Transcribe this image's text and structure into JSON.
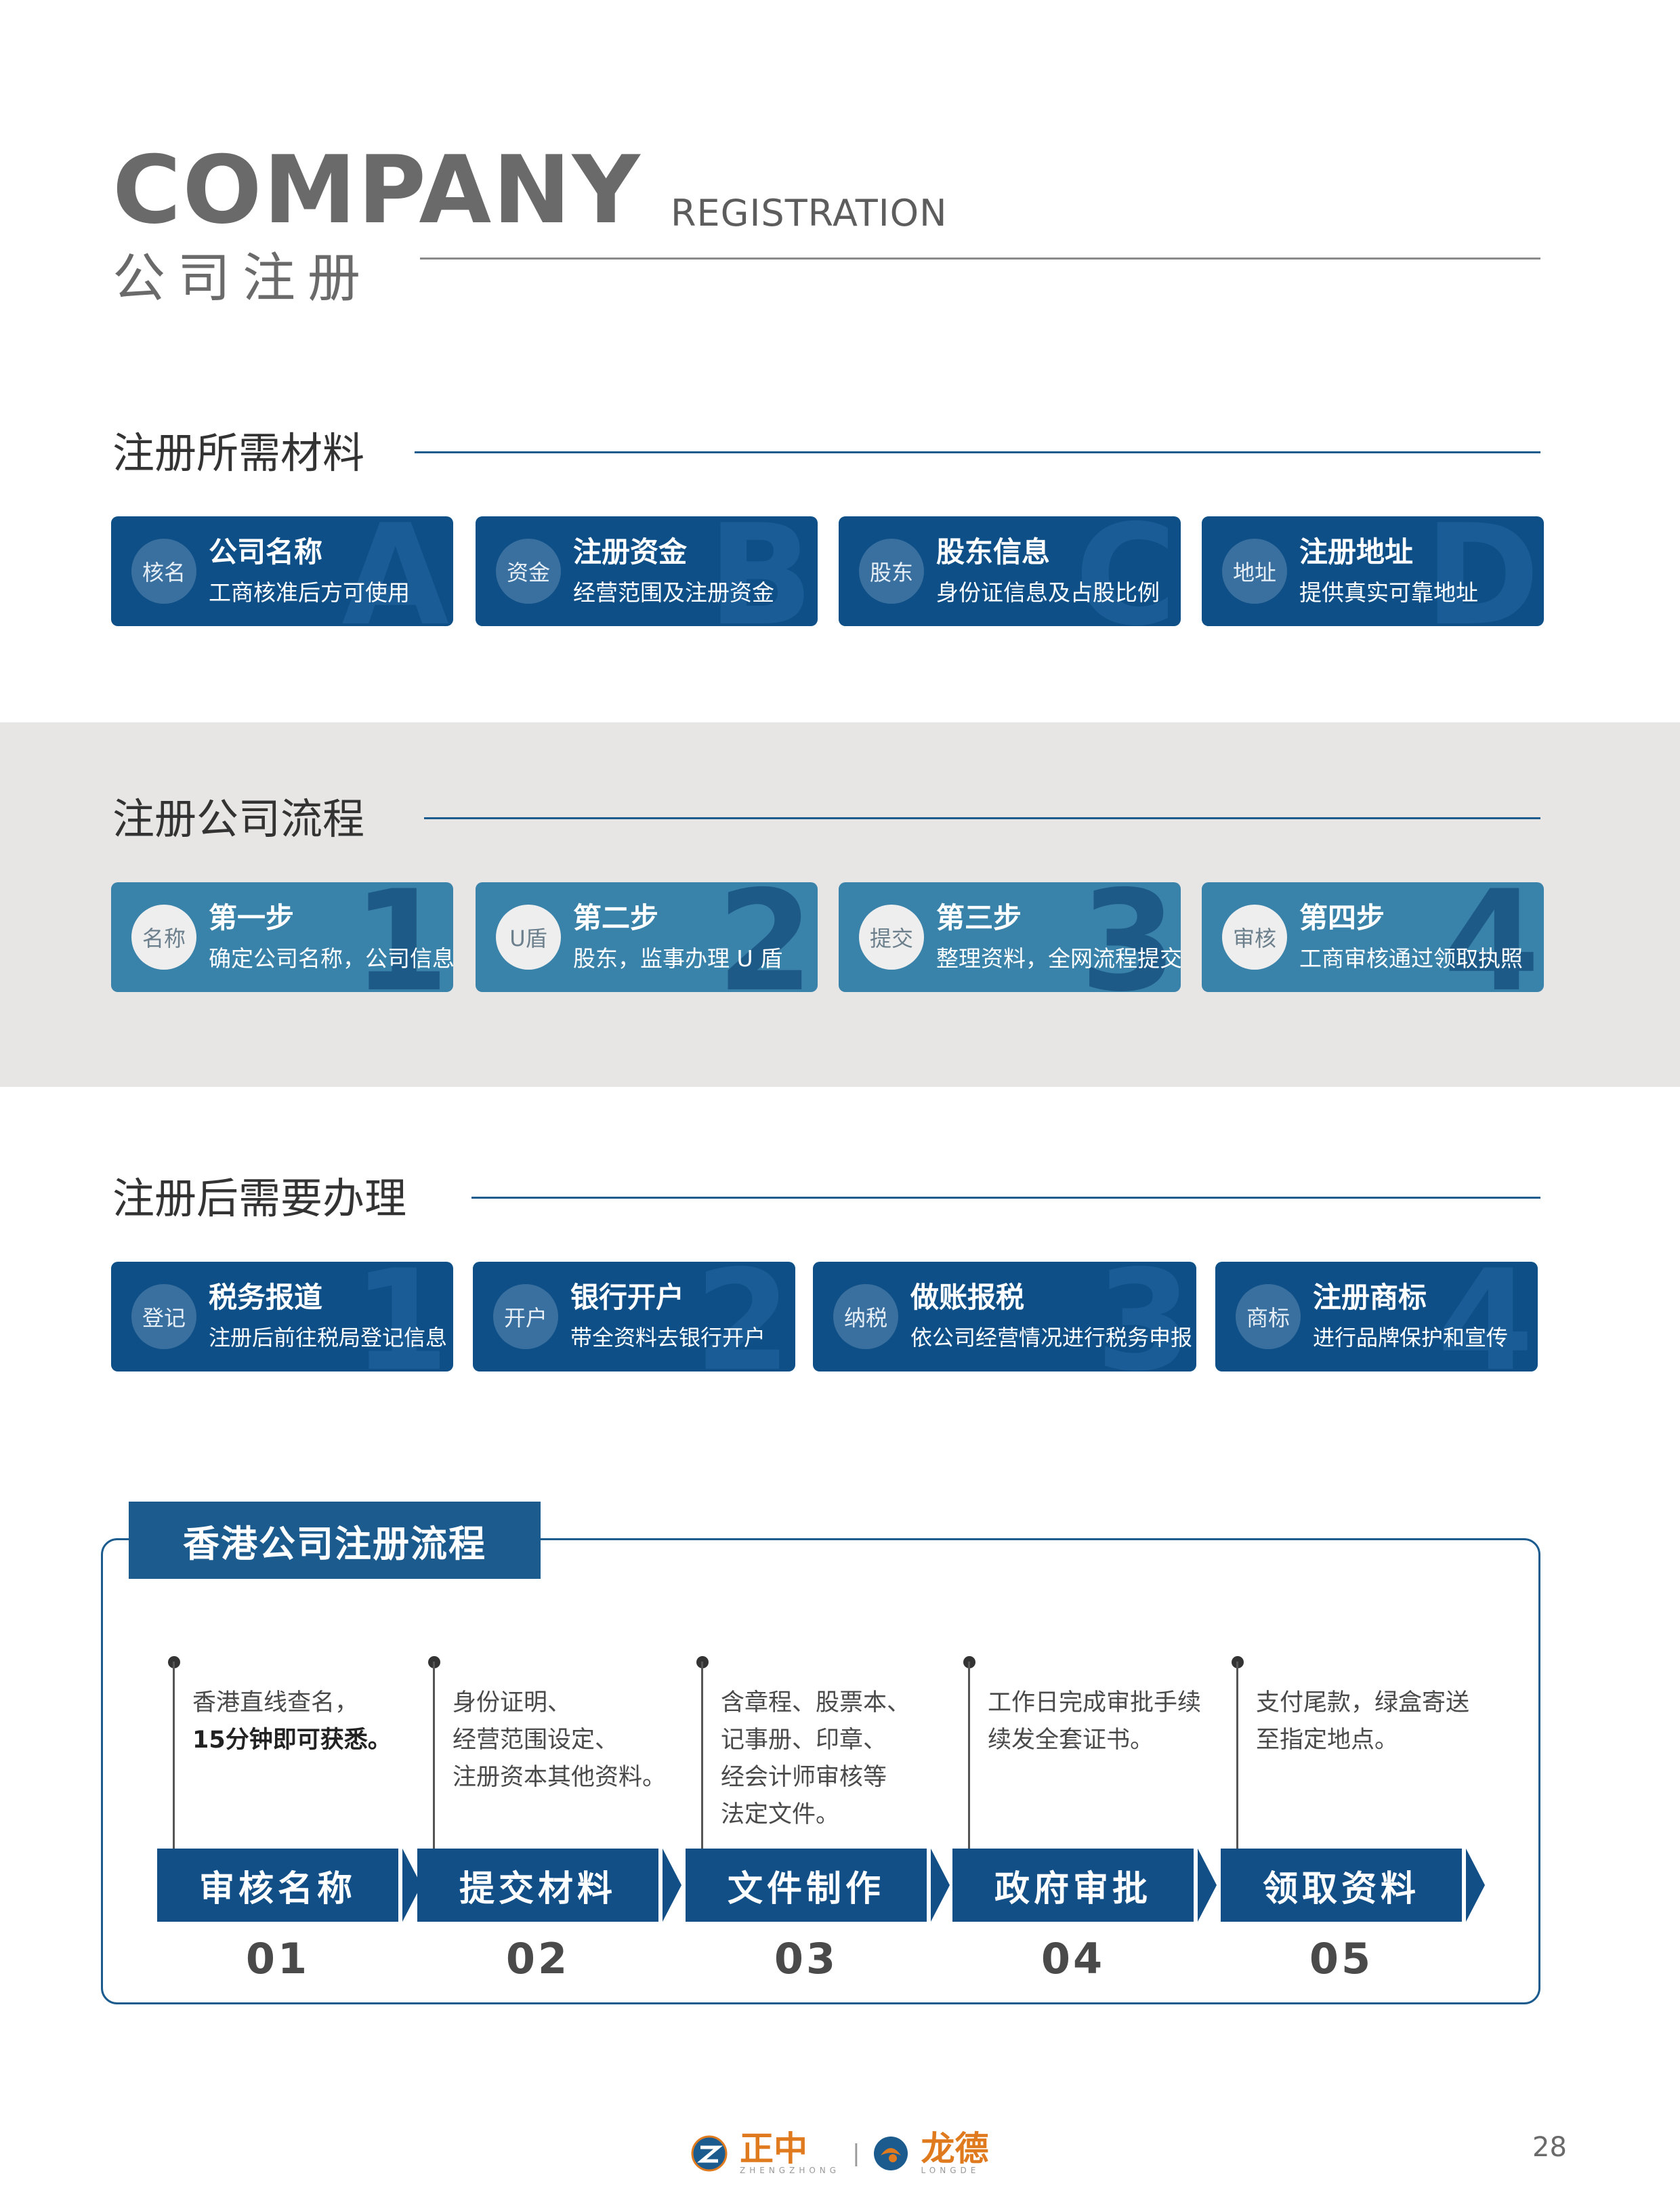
{
  "header": {
    "company": "COMPANY",
    "registration": "REGISTRATION",
    "cn_title": "公司注册"
  },
  "section1": {
    "title": "注册所需材料",
    "cards": [
      {
        "badge": "核名",
        "title": "公司名称",
        "desc": "工商核准后方可使用",
        "letter": "A"
      },
      {
        "badge": "资金",
        "title": "注册资金",
        "desc": "经营范围及注册资金",
        "letter": "B"
      },
      {
        "badge": "股东",
        "title": "股东信息",
        "desc": "身份证信息及占股比例",
        "letter": "C"
      },
      {
        "badge": "地址",
        "title": "注册地址",
        "desc": "提供真实可靠地址",
        "letter": "D"
      }
    ]
  },
  "section2": {
    "title": "注册公司流程",
    "cards": [
      {
        "badge": "名称",
        "title": "第一步",
        "desc": "确定公司名称，公司信息",
        "letter": "1"
      },
      {
        "badge": "U盾",
        "title": "第二步",
        "desc": "股东，监事办理 U 盾",
        "letter": "2"
      },
      {
        "badge": "提交",
        "title": "第三步",
        "desc": "整理资料，全网流程提交",
        "letter": "3"
      },
      {
        "badge": "审核",
        "title": "第四步",
        "desc": "工商审核通过领取执照",
        "letter": "4"
      }
    ]
  },
  "section3": {
    "title": "注册后需要办理",
    "cards": [
      {
        "badge": "登记",
        "title": "税务报道",
        "desc": "注册后前往税局登记信息",
        "letter": "1"
      },
      {
        "badge": "开户",
        "title": "银行开户",
        "desc": "带全资料去银行开户",
        "letter": "2"
      },
      {
        "badge": "纳税",
        "title": "做账报税",
        "desc": "依公司经营情况进行税务申报",
        "letter": "3"
      },
      {
        "badge": "商标",
        "title": "注册商标",
        "desc": "进行品牌保护和宣传",
        "letter": "4"
      }
    ]
  },
  "hk": {
    "title": "香港公司注册流程",
    "steps": [
      {
        "label": "审核名称",
        "num": "01",
        "lines": [
          "香港直线查名，",
          "15分钟即可获悉。"
        ],
        "bold_line": 1
      },
      {
        "label": "提交材料",
        "num": "02",
        "lines": [
          "身份证明、",
          "经营范围设定、",
          "注册资本其他资料。"
        ],
        "bold_line": -1
      },
      {
        "label": "文件制作",
        "num": "03",
        "lines": [
          "含章程、股票本、",
          "记事册、印章、",
          "经会计师审核等",
          "法定文件。"
        ],
        "bold_line": -1
      },
      {
        "label": "政府审批",
        "num": "04",
        "lines": [
          "工作日完成审批手续",
          "续发全套证书。"
        ],
        "bold_line": -1
      },
      {
        "label": "领取资料",
        "num": "05",
        "lines": [
          "支付尾款，绿盒寄送",
          "至指定地点。"
        ],
        "bold_line": -1
      }
    ]
  },
  "footer": {
    "logo1": "正中",
    "logo1_sub": "ZHENGZHONG",
    "separator": "|",
    "logo2": "龙德",
    "logo2_sub": "LONGDE",
    "page": "28"
  },
  "colors": {
    "primary": "#0d4f86",
    "secondary": "#3982a9",
    "band": "#e7e6e5",
    "accent": "#e07a1e"
  }
}
